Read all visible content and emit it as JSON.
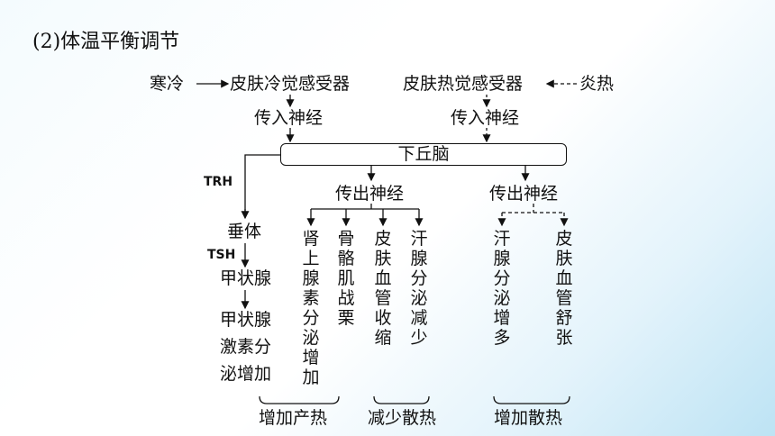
{
  "title": "(2)体温平衡调节",
  "cold": {
    "stimulus": "寒冷",
    "receptor": "皮肤冷觉感受器",
    "afferent": "传入神经"
  },
  "heat": {
    "stimulus": "炎热",
    "receptor": "皮肤热觉感受器",
    "afferent": "传入神经"
  },
  "center": "下丘脑",
  "hormone_path": {
    "trh": "TRH",
    "pituitary": "垂体",
    "tsh": "TSH",
    "thyroid": "甲状腺",
    "hormone_line1": "甲状腺",
    "hormone_line2": "激素分",
    "hormone_line3": "泌增加"
  },
  "efferent_left": "传出神经",
  "efferent_right": "传出神经",
  "effects_left": [
    "肾上腺素分泌增加",
    "骨骼肌战栗",
    "皮肤血管收缩",
    "汗腺分泌减少"
  ],
  "effects_right": [
    "汗腺分泌增多",
    "皮肤血管舒张"
  ],
  "groups": {
    "increase_production": "增加产热",
    "reduce_loss": "减少散热",
    "increase_loss": "增加散热"
  }
}
